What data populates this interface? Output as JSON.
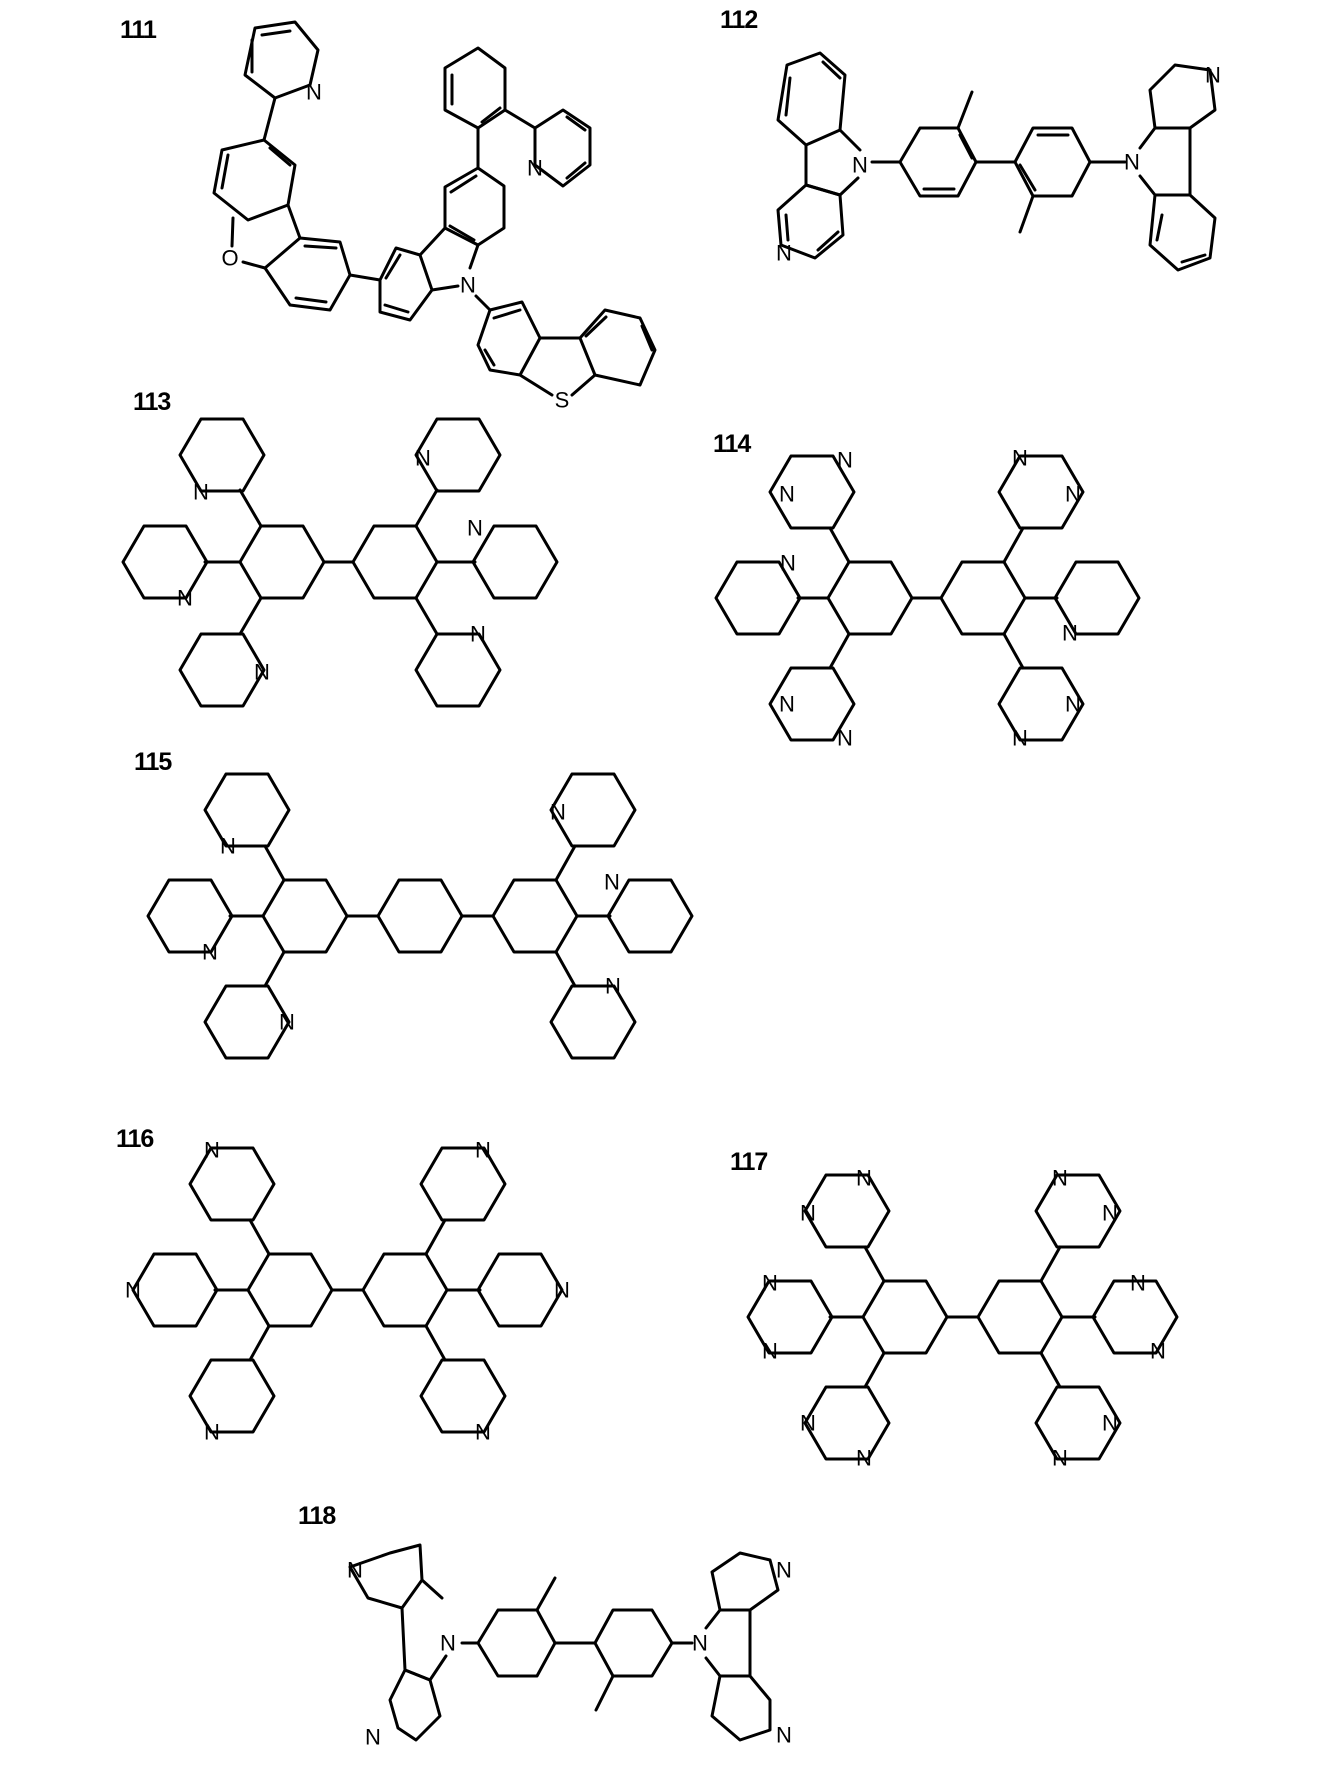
{
  "page": {
    "background": "#ffffff",
    "ink": "#000000"
  },
  "compounds": [
    {
      "id": "111",
      "label": "111",
      "heteroatoms": [
        "N",
        "N",
        "N",
        "O",
        "S"
      ]
    },
    {
      "id": "112",
      "label": "112",
      "heteroatoms": [
        "N",
        "N",
        "N",
        "N"
      ]
    },
    {
      "id": "113",
      "label": "113",
      "heteroatoms": [
        "N",
        "N",
        "N",
        "N",
        "N",
        "N"
      ]
    },
    {
      "id": "114",
      "label": "114",
      "heteroatoms": [
        "N",
        "N",
        "N",
        "N",
        "N",
        "N",
        "N",
        "N",
        "N",
        "N"
      ]
    },
    {
      "id": "115",
      "label": "115",
      "heteroatoms": [
        "N",
        "N",
        "N",
        "N",
        "N",
        "N"
      ]
    },
    {
      "id": "116",
      "label": "116",
      "heteroatoms": [
        "N",
        "N",
        "N",
        "N",
        "N",
        "N"
      ]
    },
    {
      "id": "117",
      "label": "117",
      "heteroatoms": [
        "N",
        "N",
        "N",
        "N",
        "N",
        "N",
        "N",
        "N",
        "N",
        "N",
        "N",
        "N"
      ]
    },
    {
      "id": "118",
      "label": "118",
      "heteroatoms": [
        "N",
        "N",
        "N",
        "N"
      ]
    }
  ],
  "atoms": {
    "nitrogen": "N",
    "oxygen": "O",
    "sulfur": "S"
  }
}
